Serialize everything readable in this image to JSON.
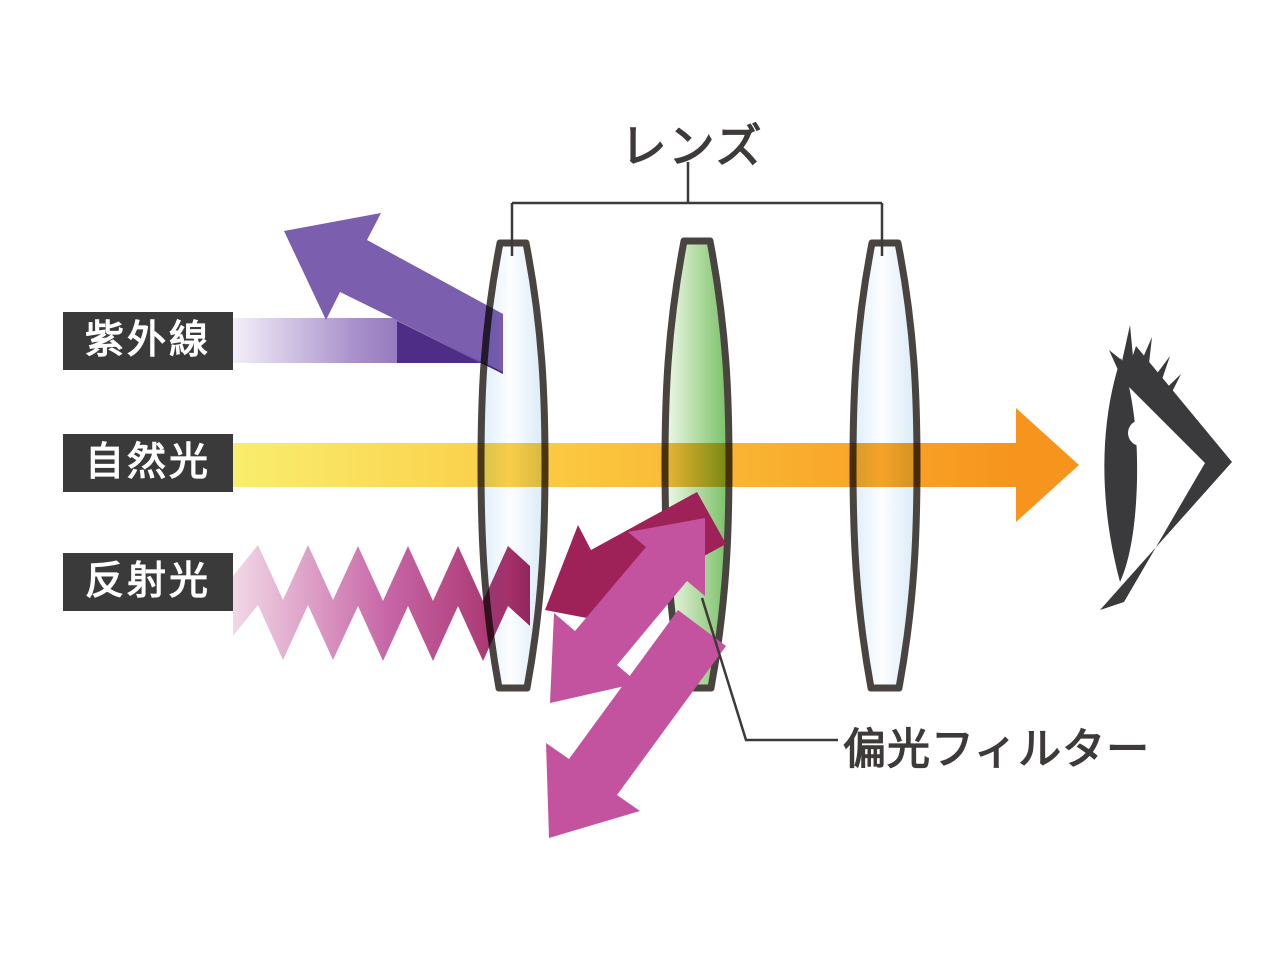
{
  "title": "レンズ",
  "ray_labels": {
    "uv": "紫外線",
    "natural_light": "自然光",
    "reflected_light": "反射光"
  },
  "filter_label": "偏光フィルター",
  "icons": {
    "eye": "eye-icon",
    "lens": "lens-shape",
    "uv_arrow": "deflected-arrow",
    "zigzag": "zigzag-wave"
  },
  "colors": {
    "ink": "#3e3a39",
    "label_bg": "#3a3a3a",
    "label_text": "#ffffff",
    "lens_outline": "#4a4440",
    "lens_blue_edge": "#dceefa",
    "lens_blue_mid": "#fdfeff",
    "lens_blue_far": "#d8eaf6",
    "lens_green_light": "#f0f8ec",
    "lens_green_mid": "#aed99d",
    "lens_green": "#77c066",
    "uv_band_start": "#f4f0fa",
    "uv_band_mid": "#a991cb",
    "uv_band_end": "#64419c",
    "uv_arrow": "#7b5ead",
    "uv_shadow": "#4e2d87",
    "natural_start": "#f9ee6e",
    "natural_mid": "#fbc53e",
    "natural_end": "#f7941d",
    "reflected_start": "#f1d8e6",
    "reflected_mid": "#c765a6",
    "reflected_end": "#9c2157",
    "crimson_arrow": "#9e2158",
    "pink_arrow": "#c4539f",
    "eye": "#3a3a3c"
  }
}
